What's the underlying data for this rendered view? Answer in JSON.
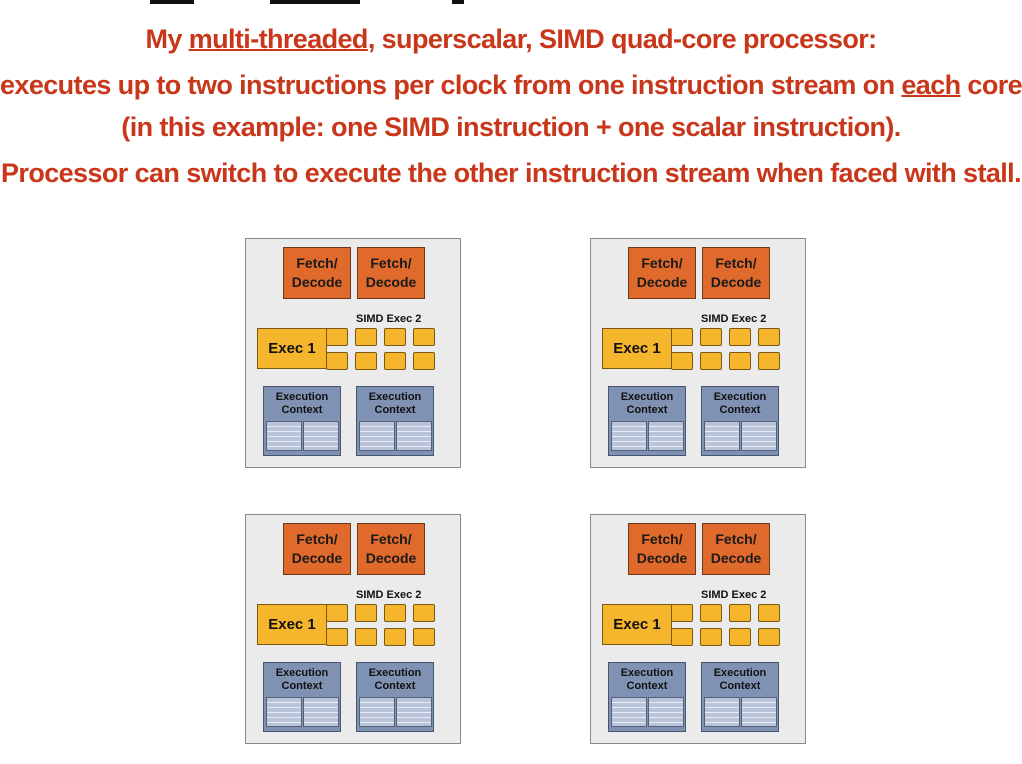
{
  "heading": {
    "line1_prefix": "My ",
    "line1_underlined": "multi-threaded",
    "line1_suffix": ", superscalar, SIMD quad-core processor:",
    "line2_prefix": "executes up to two instructions per clock  from one instruction stream on ",
    "line2_underlined": "each",
    "line2_suffix": " core",
    "line3": "(in this example: one SIMD instruction + one scalar instruction).",
    "line4": "Processor can switch to execute the other instruction stream when faced with stall."
  },
  "core": {
    "fetch_line1": "Fetch/",
    "fetch_line2": "Decode",
    "simd_label": "SIMD Exec 2",
    "exec1_label": "Exec 1",
    "ctx_line1": "Execution",
    "ctx_line2": "Context"
  },
  "colors": {
    "heading": "#c8371a",
    "fetch_decode": "#e06a2c",
    "alu": "#f5b52c",
    "context": "#7f92b3",
    "core_bg": "#ebebeb"
  },
  "cores": [
    {
      "name": "core-top-left"
    },
    {
      "name": "core-top-right"
    },
    {
      "name": "core-bottom-left"
    },
    {
      "name": "core-bottom-right"
    }
  ]
}
